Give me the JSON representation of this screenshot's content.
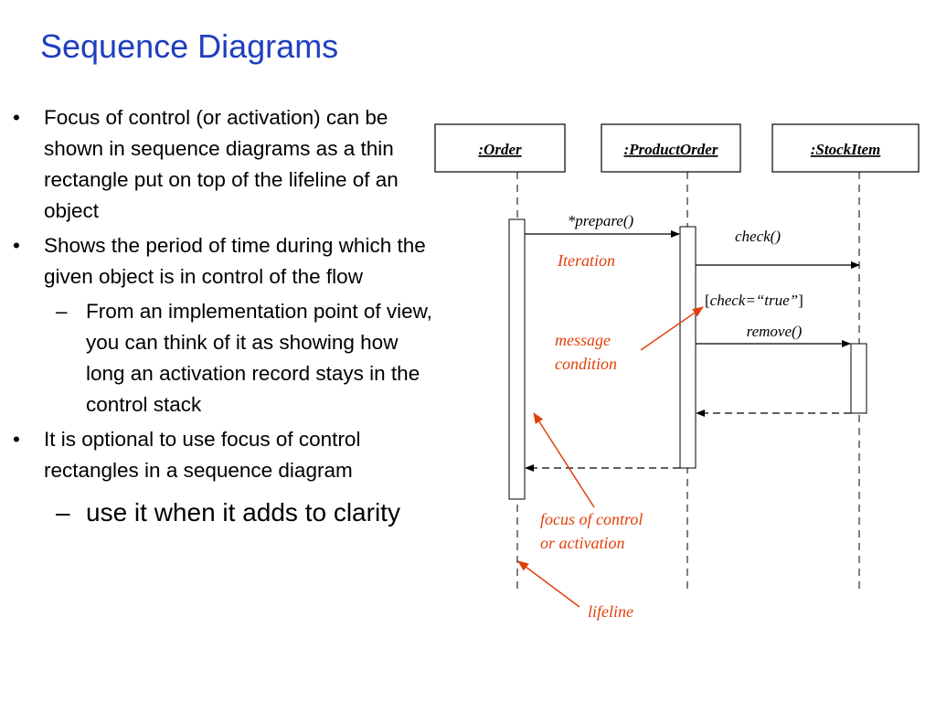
{
  "title": "Sequence Diagrams",
  "bullets": {
    "b1": "Focus of control (or activation) can be shown in sequence diagrams as a thin rectangle put on top of the lifeline of an object",
    "b2": "Shows the period of time during which the given object is in control of the flow",
    "b2_sub": "From an implementation point of view, you can think of it as showing how long an activation record stays in the control stack",
    "b3": "It is optional to use focus of control rectangles in a sequence diagram",
    "b3_sub": "use it when it adds to clarity",
    "bullet_marker": "•",
    "dash_marker": "–"
  },
  "diagram": {
    "objects": {
      "order": ":Order",
      "product_order": ":ProductOrder",
      "stock_item": ":StockItem"
    },
    "messages": {
      "prepare": "*prepare()",
      "check": "check()",
      "remove": "remove()"
    },
    "guard": {
      "open": "[",
      "text": "check=",
      "value": "“true”",
      "close": "]"
    },
    "annotations": {
      "iteration": "Iteration",
      "message_condition_1": "message",
      "message_condition_2": "condition",
      "focus_1": "focus of control",
      "focus_2": "or activation",
      "lifeline": "lifeline"
    },
    "colors": {
      "annotation": "#e0400a",
      "title": "#1f3fbf",
      "line": "#000000"
    }
  }
}
